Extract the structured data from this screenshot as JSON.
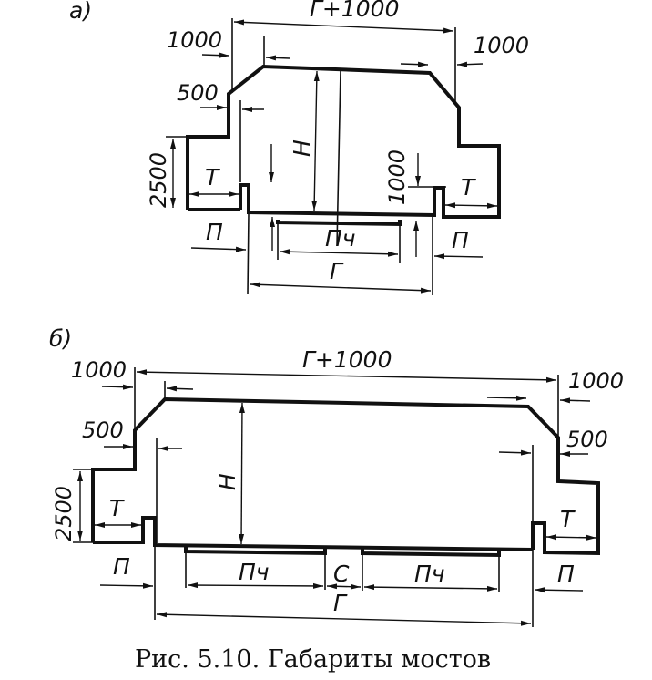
{
  "panel_a": {
    "label": "а)",
    "top_dim": "Г+1000",
    "left_1000": "1000",
    "right_1000": "1000",
    "left_500": "500",
    "left_2500": "2500",
    "h": "Н",
    "t_left": "Т",
    "t_right": "Т",
    "mid_1000": "1000",
    "p_left": "П",
    "pch": "Пч",
    "p_right": "П",
    "g": "Г"
  },
  "panel_b": {
    "label": "б)",
    "top_dim": "Г+1000",
    "left_1000": "1000",
    "right_1000": "1000",
    "left_500": "500",
    "right_500": "500",
    "left_2500": "2500",
    "h": "Н",
    "t_left": "Т",
    "t_right": "Т",
    "p_left": "П",
    "pch_left": "Пч",
    "c": "С",
    "pch_right": "Пч",
    "p_right": "П",
    "g": "Г"
  },
  "caption": "Рис. 5.10. Габариты мостов"
}
